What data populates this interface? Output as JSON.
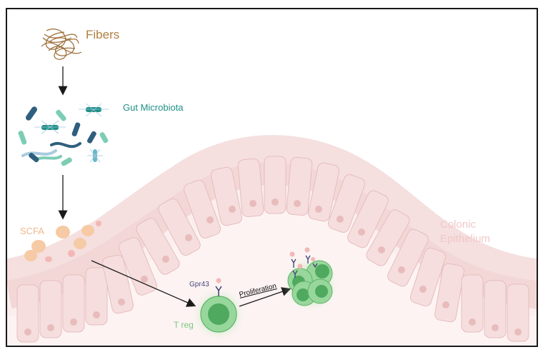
{
  "labels": {
    "fibers": "Fibers",
    "gut_microbiota": "Gut Microbiota",
    "scfa": "SCFA",
    "colonic_line1": "Colonic",
    "colonic_line2": "Epithelium",
    "gpr43": "Gpr43",
    "treg": "T reg",
    "proliferation": "Proliferation"
  },
  "colors": {
    "fibers": "#b0803e",
    "microbiota": "#1f8f86",
    "scfa": "#f1b78e",
    "epithelium": "#f6dede",
    "treg": "#7cc87a",
    "arrow": "#1a1a1a"
  },
  "icons": [
    "fiber-bundle-icon",
    "bacteria-cluster-icon",
    "scfa-molecule-icon",
    "t-cell-icon",
    "proliferating-cells-icon",
    "receptor-icon"
  ]
}
